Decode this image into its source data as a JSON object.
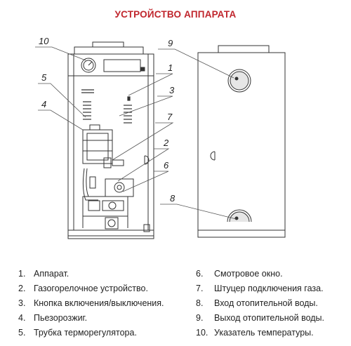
{
  "title": "УСТРОЙСТВО АППАРАТА",
  "callouts": [
    "10",
    "5",
    "4",
    "1",
    "3",
    "7",
    "2",
    "6",
    "9",
    "8"
  ],
  "legend_left": [
    {
      "num": "1.",
      "text": "Аппарат."
    },
    {
      "num": "2.",
      "text": "Газогорелочное устройство."
    },
    {
      "num": "3.",
      "text": "Кнопка включения/выключения."
    },
    {
      "num": "4.",
      "text": "Пьезорозжиг."
    },
    {
      "num": "5.",
      "text": "Трубка терморегулятора."
    }
  ],
  "legend_right": [
    {
      "num": "6.",
      "text": "Смотровое окно."
    },
    {
      "num": "7.",
      "text": "Штуцер подключения газа."
    },
    {
      "num": "8.",
      "text": "Вход отопительной воды."
    },
    {
      "num": "9.",
      "text": "Выход отопительной воды."
    },
    {
      "num": "10.",
      "text": "Указатель температуры."
    }
  ],
  "colors": {
    "title": "#c0262d",
    "line": "#555555",
    "outline": "#333333"
  }
}
